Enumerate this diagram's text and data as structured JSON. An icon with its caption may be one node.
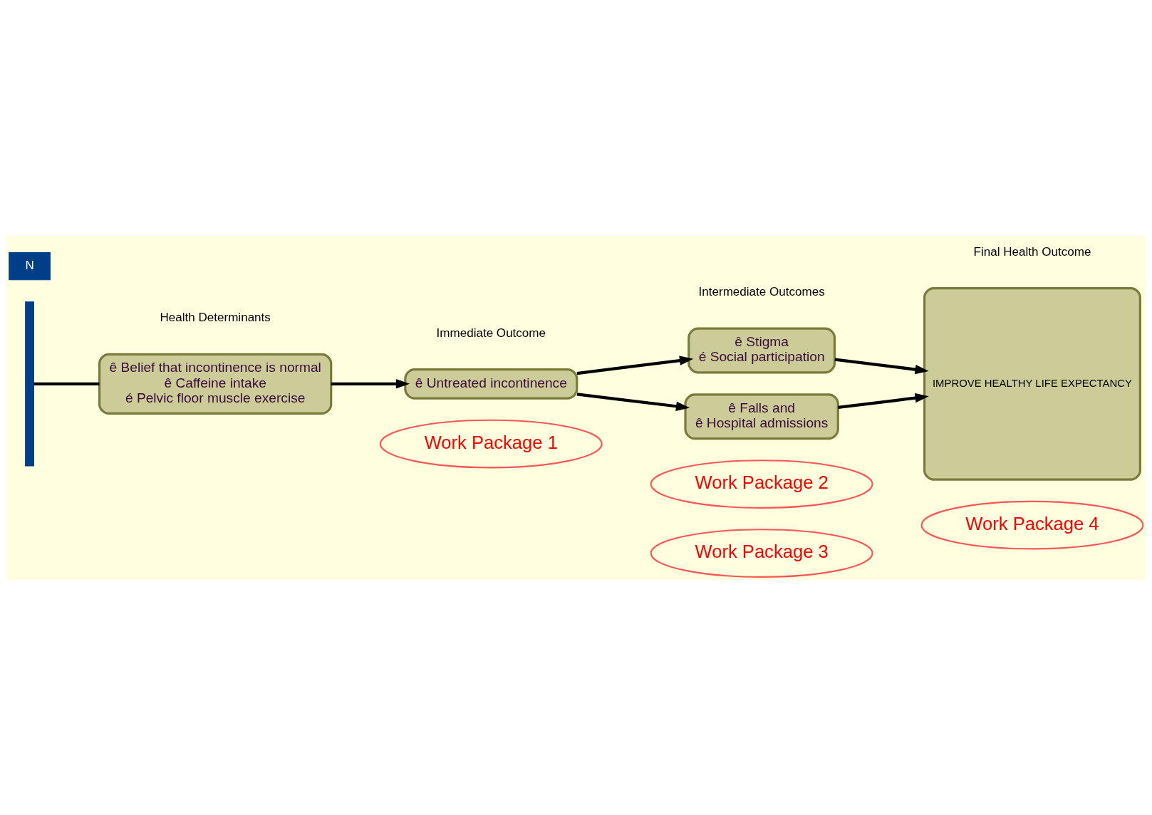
{
  "diagram": {
    "nodes": [
      {
        "text": [
          "N"
        ]
      },
      {
        "text": [],
        "shape": "bar"
      },
      {
        "text": [
          "ê Belief that incontinence is normal",
          "ê Caffeine intake",
          "é Pelvic floor muscle exercise"
        ]
      },
      {
        "text": [
          "ê Untreated incontinence"
        ]
      },
      {
        "text": [
          "ê Stigma",
          "é Social participation"
        ]
      },
      {
        "text": [
          "ê Falls and",
          "ê Hospital admissions"
        ]
      },
      {
        "text": [
          "IMPROVE HEALTHY LIFE EXPECTANCY"
        ]
      },
      {
        "text": [
          "Work Package 1"
        ]
      },
      {
        "text": [
          "Work Package 2"
        ]
      },
      {
        "text": [
          "Work Package 3"
        ]
      },
      {
        "text": [
          "Work Package 4"
        ]
      }
    ],
    "edges": [
      {
        "from": 1,
        "to": 2,
        "arrow": "none"
      },
      {
        "from": 2,
        "to": 3,
        "arrow": "to"
      },
      {
        "from": 3,
        "to": 4,
        "arrow": "to"
      },
      {
        "from": 3,
        "to": 5,
        "arrow": "to"
      },
      {
        "from": 4,
        "to": 6,
        "arrow": "to"
      },
      {
        "from": 5,
        "to": 6,
        "arrow": "to"
      }
    ],
    "labels": [
      "Health Determinants",
      "Immediate Outcome",
      "Intermediate Outcomes",
      "Final Health Outcome"
    ]
  }
}
